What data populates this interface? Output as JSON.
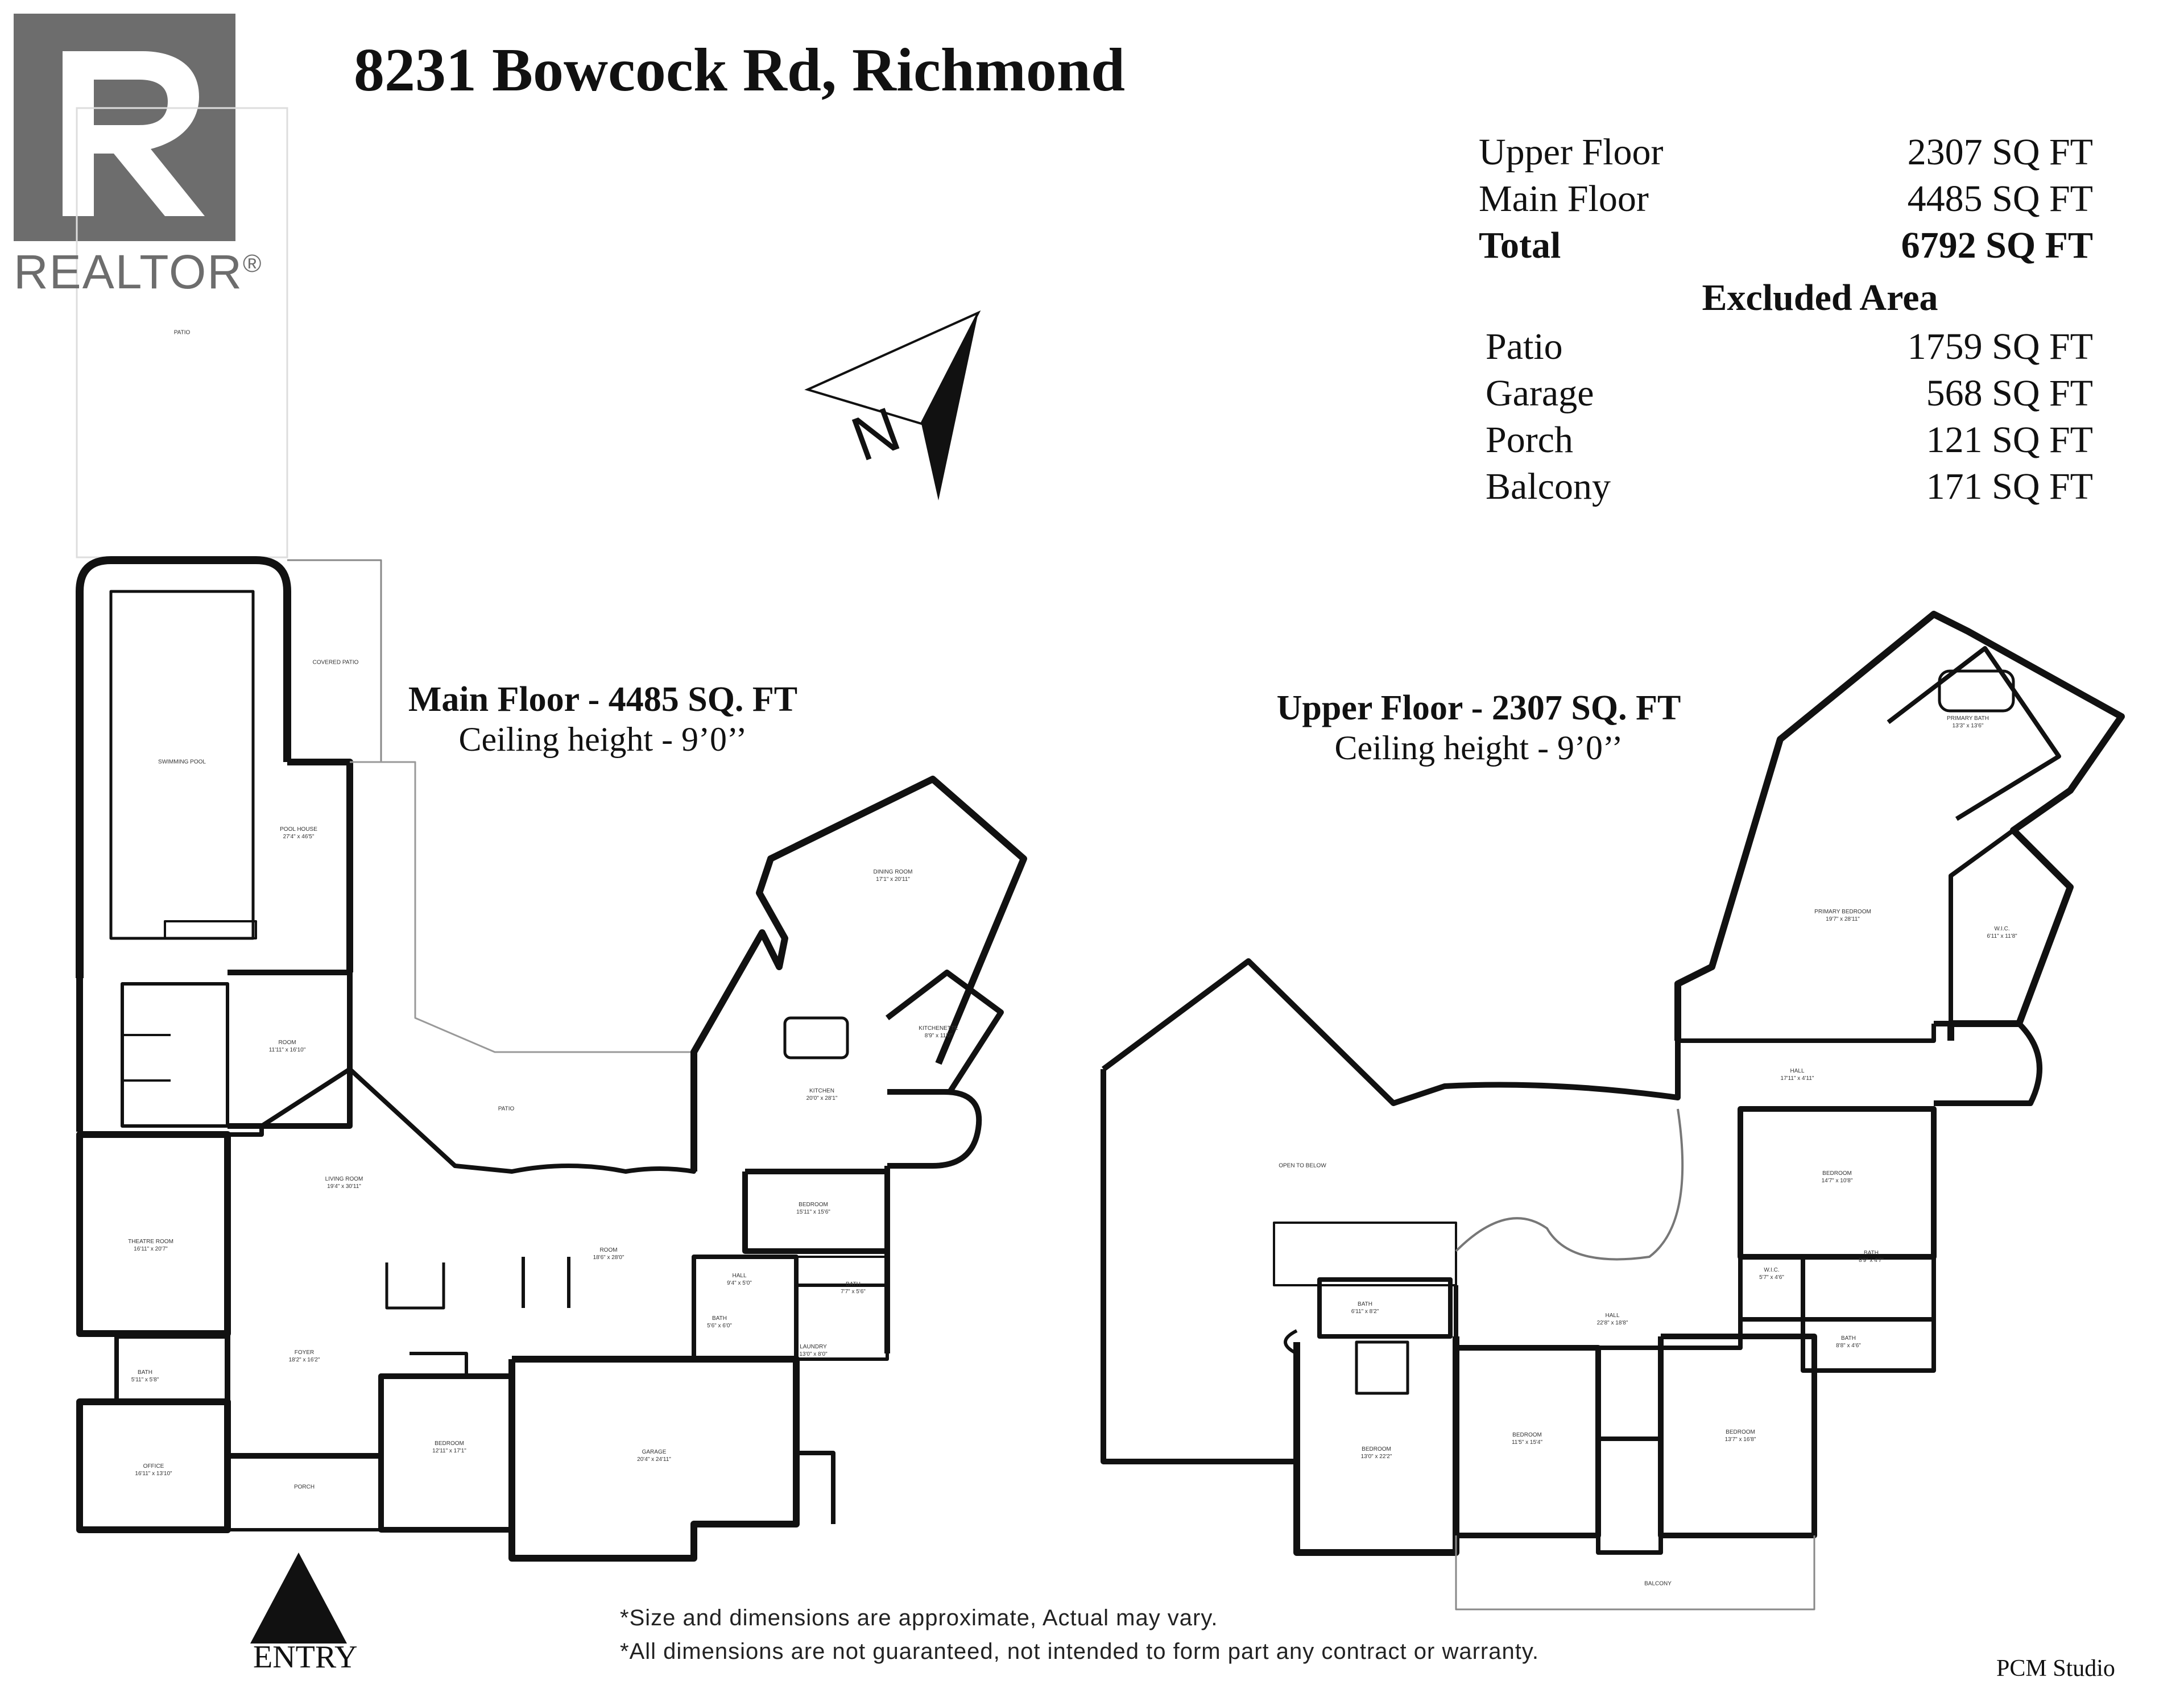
{
  "title": "8231 Bowcock Rd, Richmond",
  "brand": {
    "logo_text": "REALTOR",
    "mark": "®"
  },
  "areas": {
    "upper": {
      "label": "Upper Floor",
      "value": "2307 SQ FT"
    },
    "main": {
      "label": "Main Floor",
      "value": "4485 SQ FT"
    },
    "total": {
      "label": "Total",
      "value": "6792 SQ FT"
    },
    "excluded_heading": "Excluded Area",
    "patio": {
      "label": "Patio",
      "value": "1759 SQ FT"
    },
    "garage": {
      "label": "Garage",
      "value": "568 SQ FT"
    },
    "porch": {
      "label": "Porch",
      "value": "121 SQ FT"
    },
    "balcony": {
      "label": "Balcony",
      "value": "171 SQ FT"
    }
  },
  "compass": {
    "letter": "N"
  },
  "main_floor": {
    "title": "Main Floor - 4485 SQ. FT",
    "ceiling": "Ceiling height - 9’0’’"
  },
  "upper_floor": {
    "title": "Upper Floor - 2307 SQ. FT",
    "ceiling": "Ceiling height - 9’0’’"
  },
  "entry_label": "ENTRY",
  "disclaimer": {
    "line1": "*Size and dimensions are approximate, Actual may vary.",
    "line2": "*All dimensions are not guaranteed, not intended to form part any contract or warranty."
  },
  "credit": "PCM Studio",
  "rooms": {
    "patio_top": "PATIO",
    "covered_patio": "COVERED PATIO",
    "swimming_pool": "SWIMMING POOL",
    "pool_house": {
      "name": "POOL HOUSE",
      "dims": "27'4\" x 46'5\""
    },
    "room_upper": {
      "name": "ROOM",
      "dims": "11'11\" x 16'10\""
    },
    "dining_room": {
      "name": "DINING ROOM",
      "dims": "17'1\" x 20'11\""
    },
    "kitchenette": {
      "name": "KITCHENETTE",
      "dims": "8'9\" x 11'0\""
    },
    "kitchen": {
      "name": "KITCHEN",
      "dims": "20'0\" x 28'1\""
    },
    "patio_main": "PATIO",
    "living_room": {
      "name": "LIVING ROOM",
      "dims": "19'4\" x 30'11\""
    },
    "theatre_room": {
      "name": "THEATRE ROOM",
      "dims": "16'11\" x 20'7\""
    },
    "bedroom_main": {
      "name": "BEDROOM",
      "dims": "15'11\" x 15'6\""
    },
    "room_main": {
      "name": "ROOM",
      "dims": "18'6\" x 28'0\""
    },
    "hall_main": {
      "name": "HALL",
      "dims": "9'4\" x 5'0\""
    },
    "bath_main_1": {
      "name": "BATH",
      "dims": "7'7\" x 5'6\""
    },
    "bath_main_2": {
      "name": "BATH",
      "dims": "5'6\" x 6'0\""
    },
    "laundry": {
      "name": "LAUNDRY",
      "dims": "13'0\" x 8'0\""
    },
    "foyer": {
      "name": "FOYER",
      "dims": "18'2\" x 16'2\""
    },
    "bath_main_3": {
      "name": "BATH",
      "dims": "5'11\" x 5'8\""
    },
    "office": {
      "name": "OFFICE",
      "dims": "16'11\" x 13'10\""
    },
    "porch": "PORCH",
    "bedroom_front": {
      "name": "BEDROOM",
      "dims": "12'11\" x 17'1\""
    },
    "garage": {
      "name": "GARAGE",
      "dims": "20'4\" x 24'11\""
    },
    "open_to_below": "OPEN TO BELOW",
    "primary_bath": {
      "name": "PRIMARY BATH",
      "dims": "13'3\" x 13'6\""
    },
    "primary_bedroom": {
      "name": "PRIMARY BEDROOM",
      "dims": "19'7\" x 28'11\""
    },
    "wic_primary": {
      "name": "W.I.C.",
      "dims": "6'11\" x 11'8\""
    },
    "hall_upper_1": {
      "name": "HALL",
      "dims": "17'11\" x 4'11\""
    },
    "bedroom_upper_1": {
      "name": "BEDROOM",
      "dims": "14'7\" x 10'8\""
    },
    "wic_upper": {
      "name": "W.I.C.",
      "dims": "5'7\" x 4'6\""
    },
    "bath_upper_1": {
      "name": "BATH",
      "dims": "8'9\" x 4'7\""
    },
    "bath_upper_2": {
      "name": "BATH",
      "dims": "8'8\" x 4'6\""
    },
    "hall_upper_2": {
      "name": "HALL",
      "dims": "22'8\" x 18'8\""
    },
    "bath_upper_3": {
      "name": "BATH",
      "dims": "6'11\" x 8'2\""
    },
    "bedroom_upper_2": {
      "name": "BEDROOM",
      "dims": "13'0\" x 22'2\""
    },
    "bedroom_upper_3": {
      "name": "BEDROOM",
      "dims": "11'5\" x 15'4\""
    },
    "bedroom_upper_4": {
      "name": "BEDROOM",
      "dims": "13'7\" x 16'8\""
    },
    "balcony": "BALCONY"
  }
}
